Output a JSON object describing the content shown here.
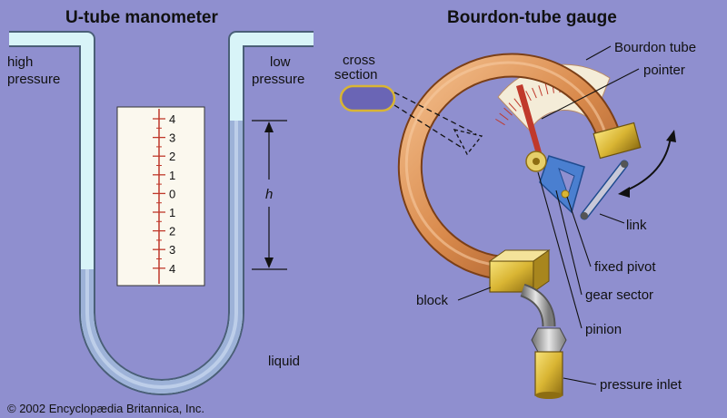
{
  "manometer": {
    "title": "U-tube manometer",
    "high_label_1": "high",
    "high_label_2": "pressure",
    "low_label_1": "low",
    "low_label_2": "pressure",
    "height_label": "h",
    "liquid_label": "liquid",
    "scale": [
      "4",
      "3",
      "2",
      "1",
      "0",
      "1",
      "2",
      "3",
      "4"
    ]
  },
  "bourdon": {
    "title": "Bourdon-tube gauge",
    "cross_1": "cross",
    "cross_2": "section",
    "tube": "Bourdon tube",
    "pointer": "pointer",
    "link": "link",
    "fixed_pivot": "fixed pivot",
    "gear_sector": "gear sector",
    "pinion": "pinion",
    "block": "block",
    "inlet": "pressure inlet"
  },
  "copyright": "© 2002 Encyclopædia Britannica, Inc.",
  "colors": {
    "background": "#8f8fcf",
    "glass": "#d8f4f8",
    "liquid": "#9db2d8",
    "scale_red": "#c0392b",
    "copper": "#d98a4c",
    "brass": "#d9b533",
    "linkage": "#4a7fd0"
  }
}
